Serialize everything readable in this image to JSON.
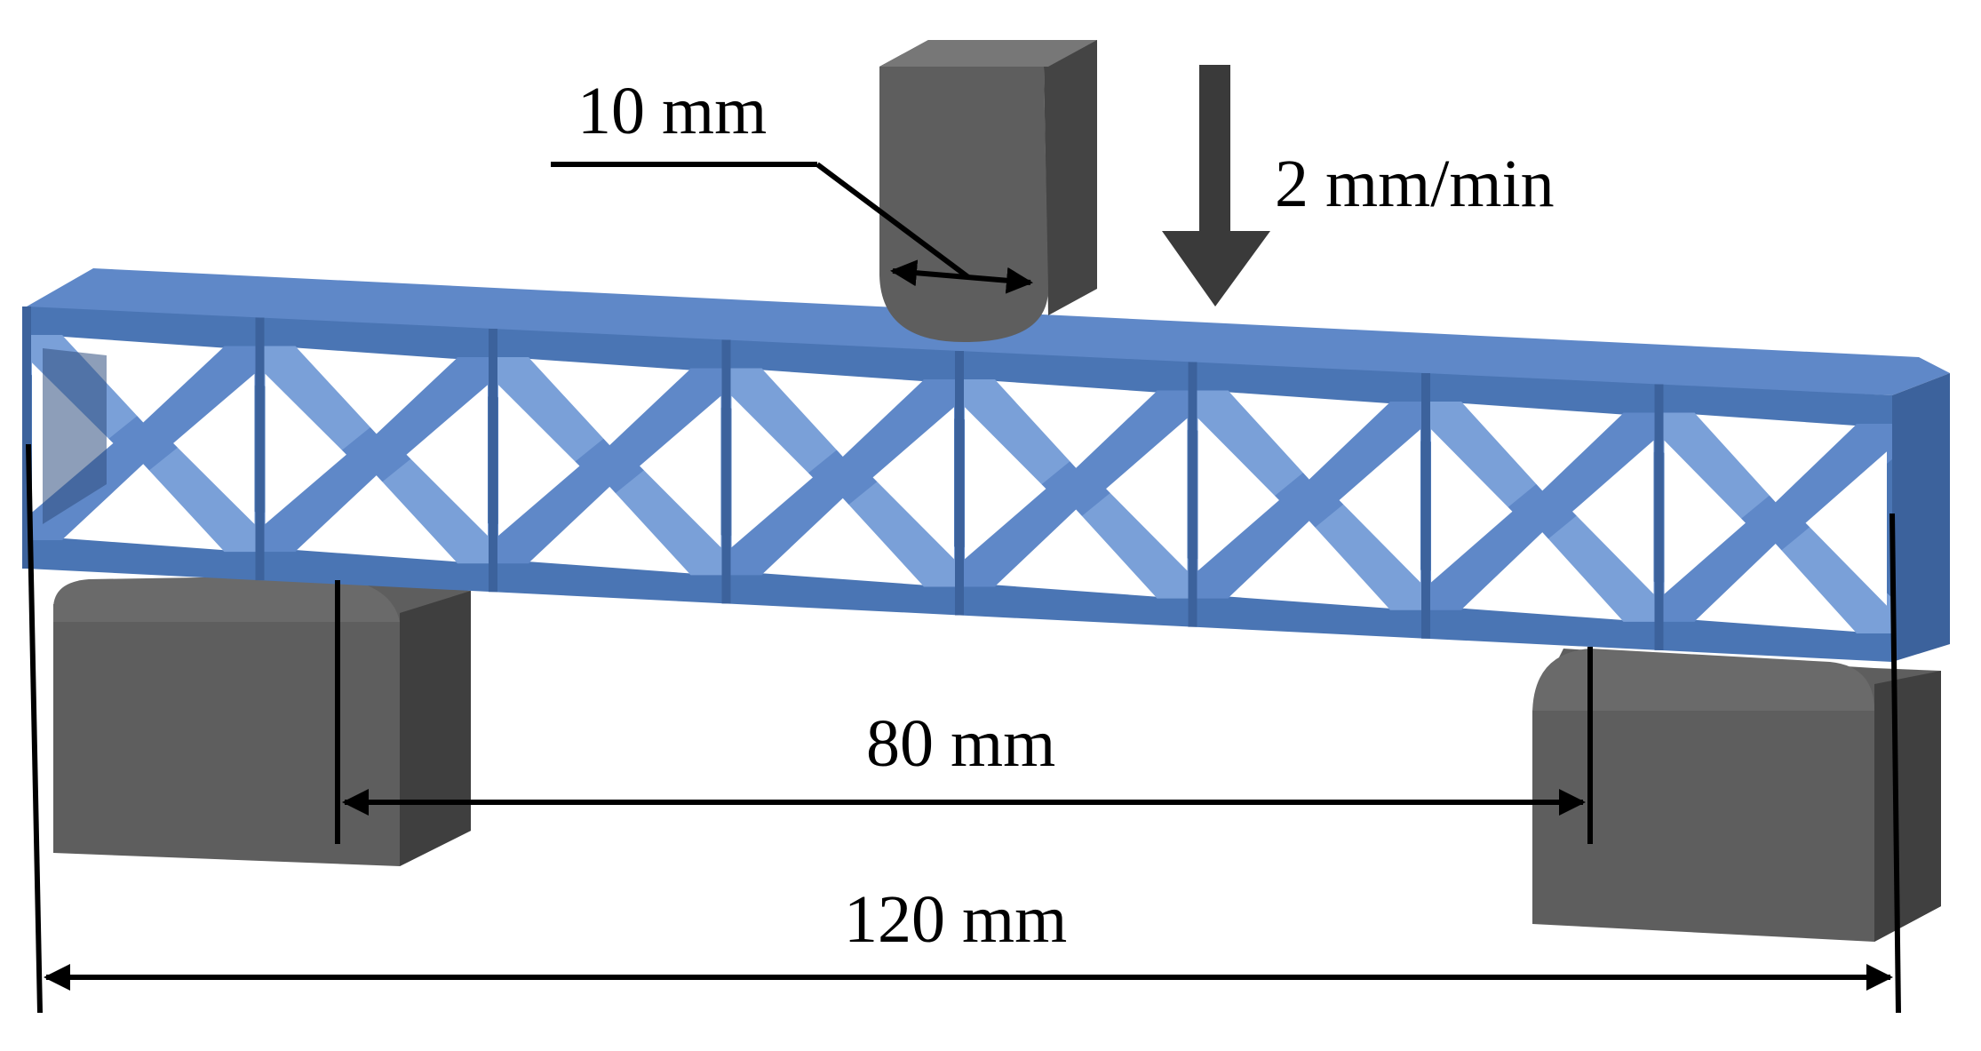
{
  "labels": {
    "indenter_diameter": "10 mm",
    "speed": "2 mm/min",
    "support_span": "80 mm",
    "total_length": "120 mm"
  },
  "colors": {
    "beam_face": "#4a75b4",
    "beam_light": "#7aa0d8",
    "beam_dark": "#3c629c",
    "beam_top": "#5f88c8",
    "steel_front": "#5e5e5e",
    "steel_side": "#404040",
    "steel_top": "#777777",
    "arrow": "#3a3a3a",
    "dimension_line": "#000000"
  },
  "beam": {
    "lattice_cells": 8
  }
}
